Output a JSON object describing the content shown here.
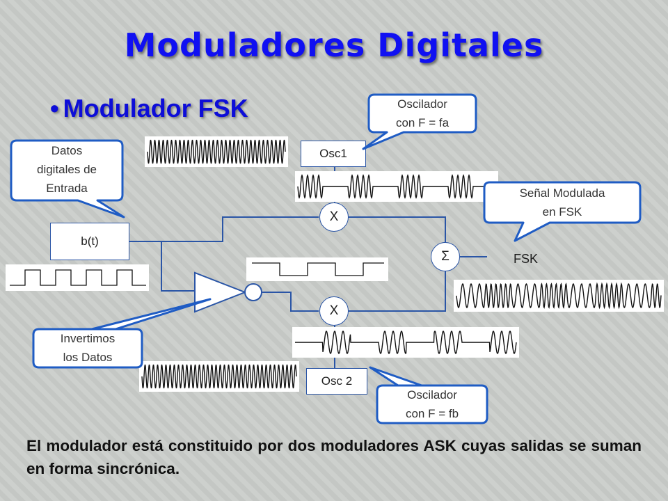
{
  "title": "Moduladores Digitales",
  "subtitle": "Modulador FSK",
  "bullet_glyph": "•",
  "blocks": {
    "source": "b(t)",
    "osc1": "Osc1",
    "osc2": "Osc 2",
    "mixer_top": "X",
    "mixer_bottom": "X",
    "summer": "Σ",
    "output": "FSK"
  },
  "callouts": {
    "datos": [
      "Datos",
      "digitales de",
      "Entrada"
    ],
    "osc_fa": [
      "Oscilador",
      "con F = fa"
    ],
    "senal": [
      "Señal Modulada",
      "en FSK"
    ],
    "invertimos": [
      "Invertimos",
      "los Datos"
    ],
    "osc_fb": [
      "Oscilador",
      "con F = fb"
    ]
  },
  "footer": "El modulador está constituido por dos moduladores ASK cuyas salidas se suman en forma sincrónica.",
  "colors": {
    "title": "#1010f2",
    "connector": "#2a55a6",
    "callout_border": "#1f5cc4",
    "callout_fill": "#ffffff"
  }
}
